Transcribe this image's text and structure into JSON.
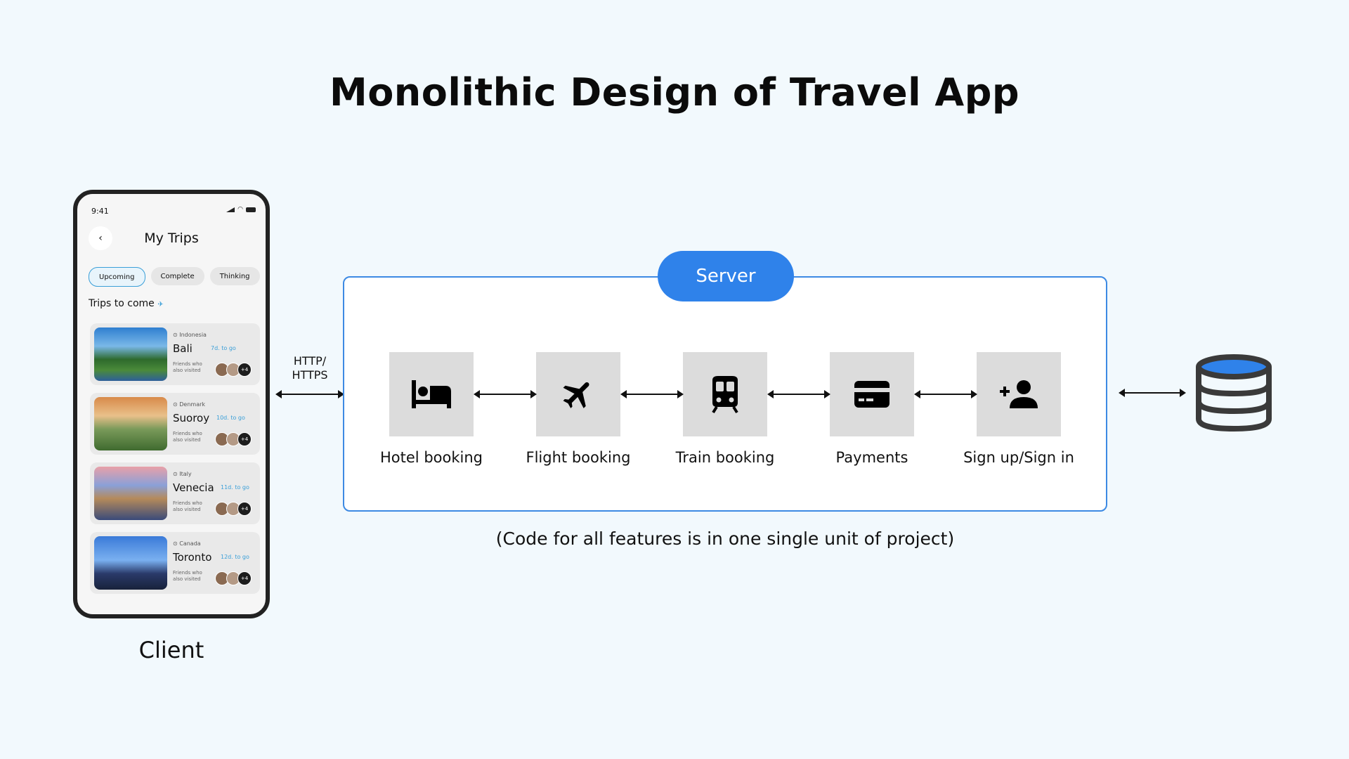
{
  "title": "Monolithic Design of Travel App",
  "client": {
    "label": "Client",
    "status_time": "9:41",
    "screen_title": "My Trips",
    "tabs": [
      "Upcoming",
      "Complete",
      "Thinking"
    ],
    "section_title": "Trips to come",
    "trips": [
      {
        "country": "Indonesia",
        "city": "Bali",
        "days": "7d. to go",
        "friends": "Friends who also visited",
        "extra": "+4"
      },
      {
        "country": "Denmark",
        "city": "Suoroy",
        "days": "10d. to go",
        "friends": "Friends who also visited",
        "extra": "+4"
      },
      {
        "country": "Italy",
        "city": "Venecia",
        "days": "11d. to go",
        "friends": "Friends who also visited",
        "extra": "+4"
      },
      {
        "country": "Canada",
        "city": "Toronto",
        "days": "12d. to go",
        "friends": "Friends who also visited",
        "extra": "+4"
      }
    ]
  },
  "connection_label": "HTTP/ HTTPS",
  "server": {
    "label": "Server",
    "features": [
      {
        "label": "Hotel booking",
        "icon": "bed-icon"
      },
      {
        "label": "Flight booking",
        "icon": "airplane-icon"
      },
      {
        "label": "Train booking",
        "icon": "train-icon"
      },
      {
        "label": "Payments",
        "icon": "credit-card-icon"
      },
      {
        "label": "Sign up/Sign in",
        "icon": "add-user-icon"
      }
    ],
    "note": "(Code for all features is in one single unit of project)"
  },
  "database": {
    "icon": "database-icon"
  }
}
